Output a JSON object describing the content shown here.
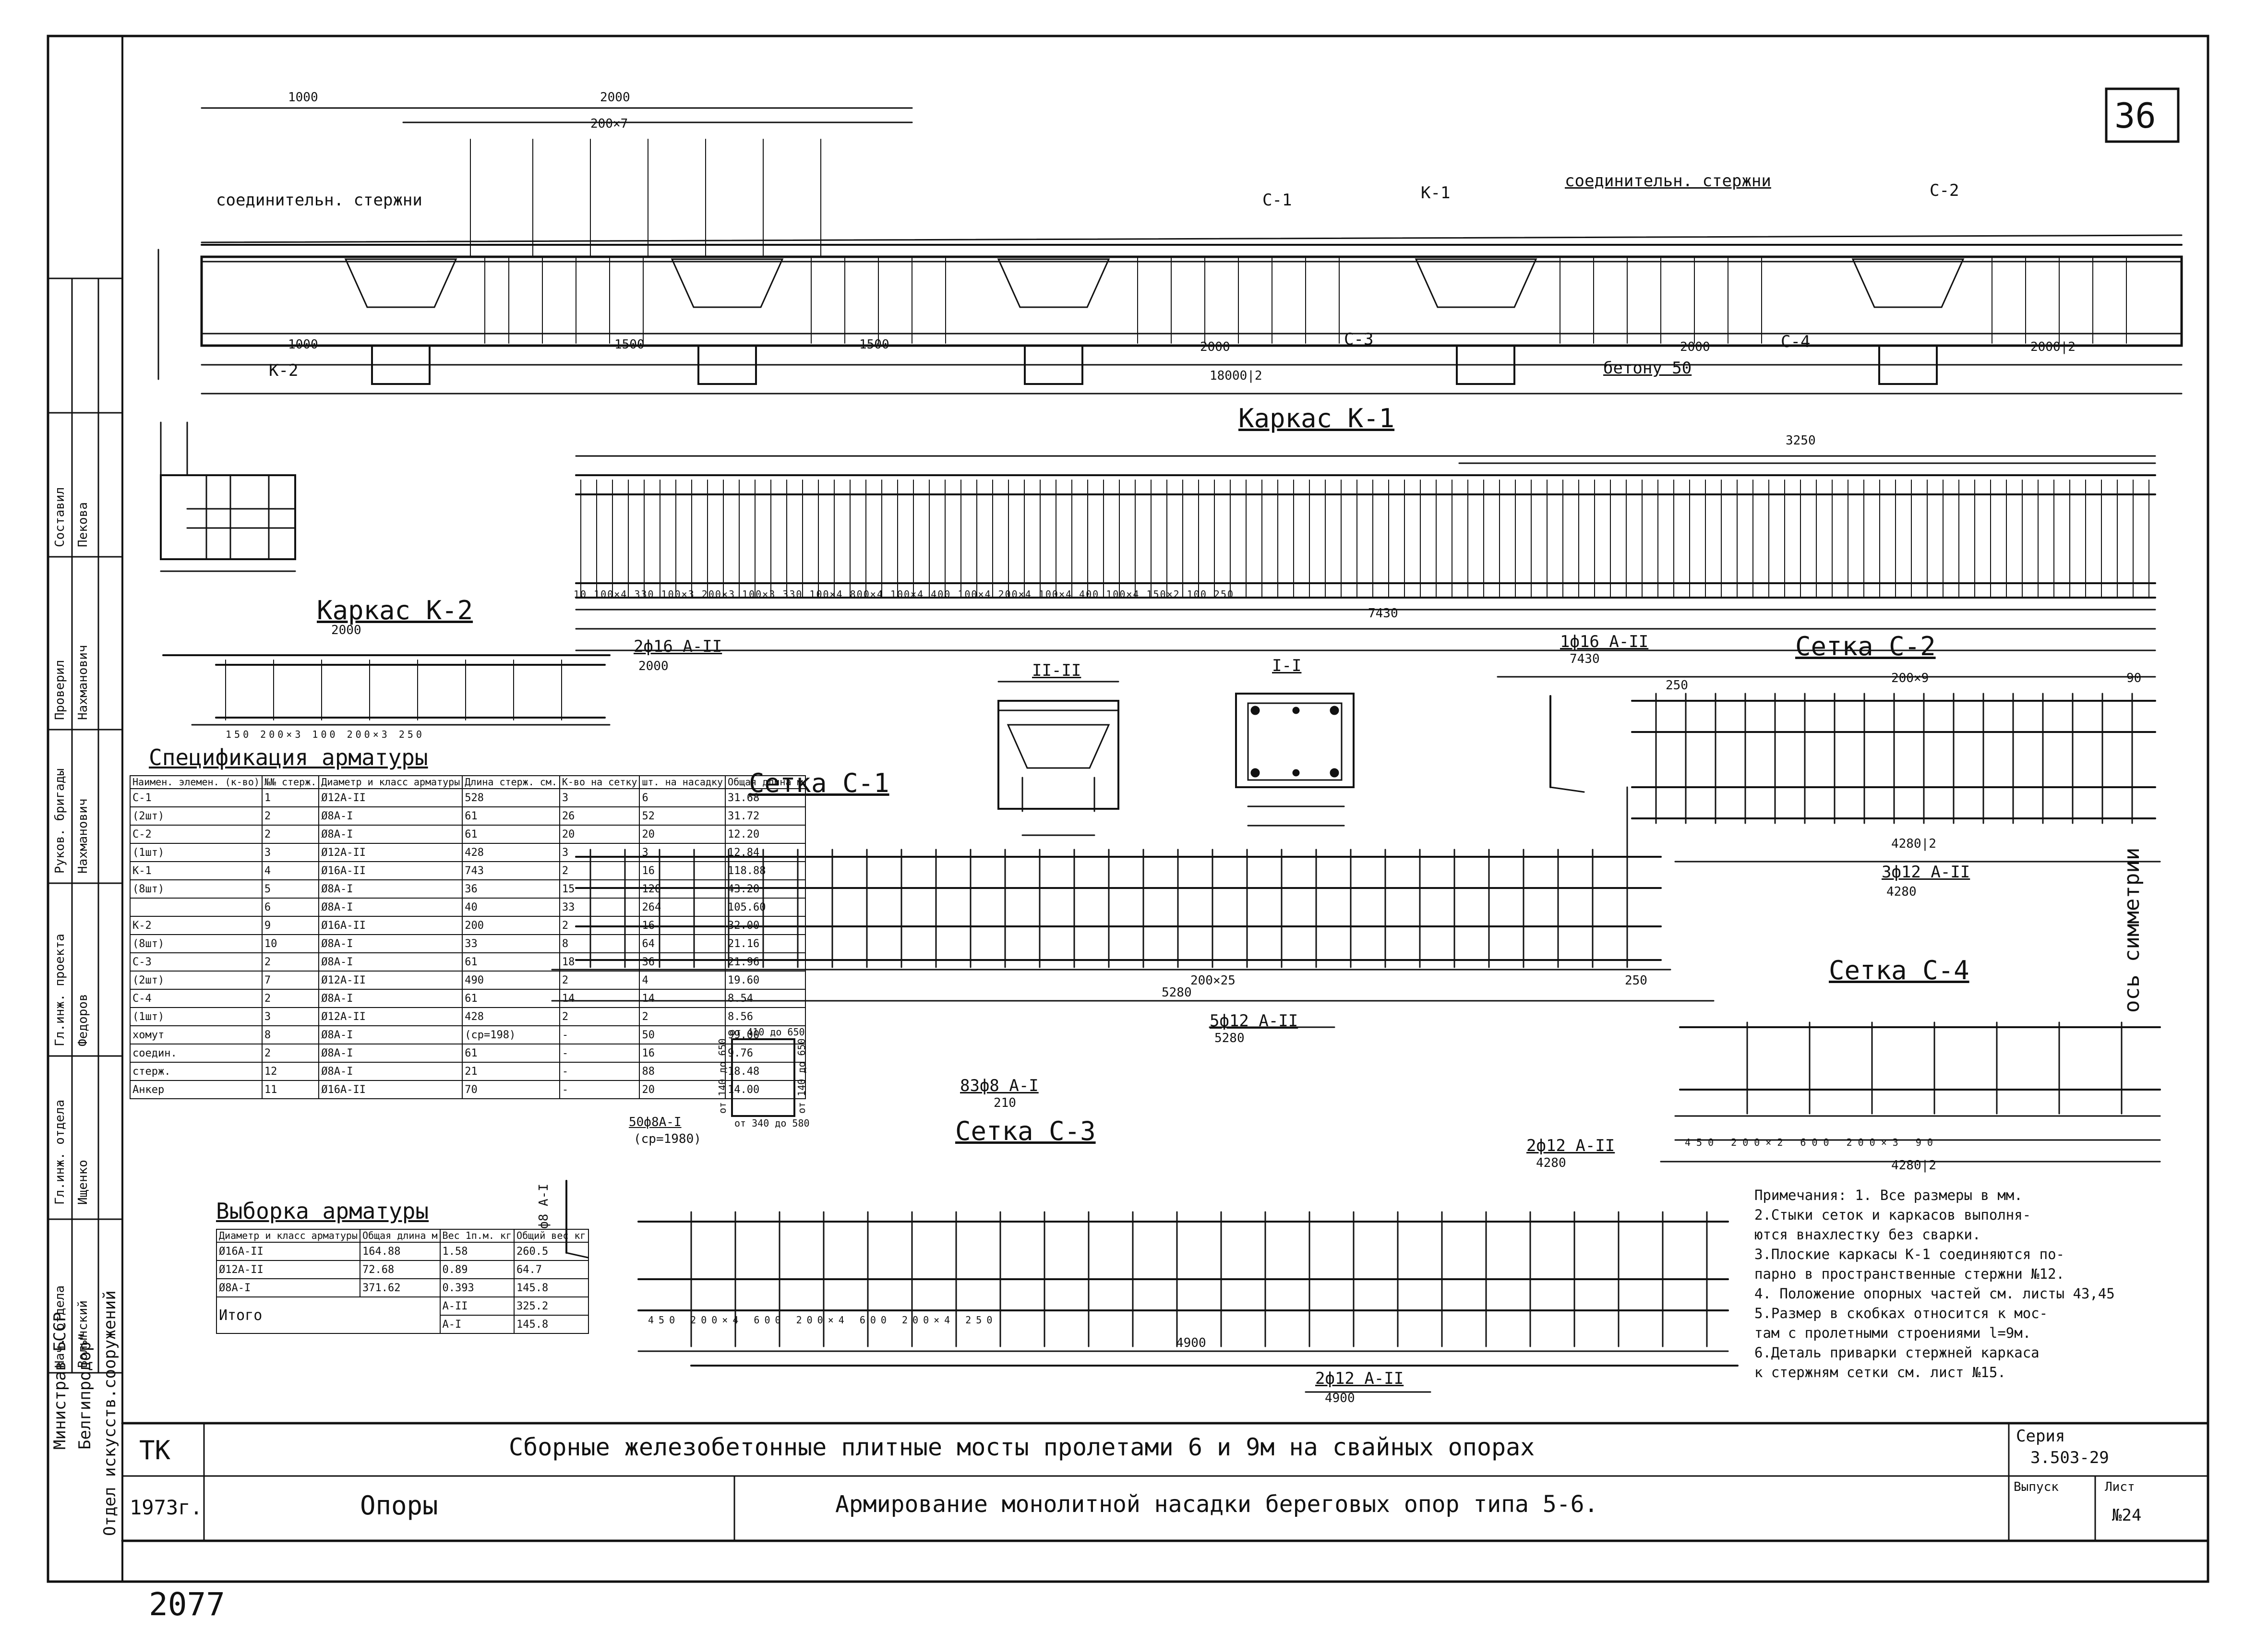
{
  "sheet_number": "36",
  "page_number": "2077",
  "title_block": {
    "org_line1": "Министрав БССР",
    "org_line2": "Белгипродор\"",
    "org_line3": "Отдел искусств.сооружений",
    "roles": [
      {
        "role": "Нач. отдела",
        "name": "Волынский"
      },
      {
        "role": "Гл.инж. отдела",
        "name": "Ищенко"
      },
      {
        "role": "Гл.инж. проекта",
        "name": "Федоров"
      },
      {
        "role": "Руков. бригады",
        "name": "Нахманович"
      },
      {
        "role": "Проверил",
        "name": "Нахманович"
      },
      {
        "role": "Составил",
        "name": "Пекова"
      }
    ],
    "tk": "ТК",
    "year": "1973г.",
    "main_title": "Сборные железобетонные плитные мосты пролетами 6 и 9м на свайных опорах",
    "part": "Опоры",
    "subtitle": "Армирование монолитной насадки береговых опор типа 5-6.",
    "series_label": "Серия",
    "series": "3.503-29",
    "issue_label": "Выпуск",
    "sheet_label": "Лист",
    "sheet": "№24"
  },
  "labels": {
    "karkas_k1": "Каркас К-1",
    "karkas_k2": "Каркас К-2",
    "setka_c1": "Сетка С-1",
    "setka_c2": "Сетка С-2",
    "setka_c3": "Сетка С-3",
    "setka_c4": "Сетка С-4",
    "section_2": "II-II",
    "section_1": "I-I",
    "sym_axis": "ось симметрии",
    "connecting_bars": "соединительн. стержни",
    "connecting_bars2": "соединительн. стержни",
    "c1": "С-1",
    "k1": "К-1",
    "c2": "С-2",
    "c3": "С-3",
    "c4": "С-4",
    "k2": "К-2",
    "beton": "бетону 50"
  },
  "dims": {
    "top_1000": "1000",
    "top_2000": "2000",
    "top_200x7": "200×7",
    "bot_1000": "1000",
    "bot_1500a": "1500",
    "bot_1500b": "1500",
    "bot_2000a": "2000",
    "bot_2000b": "2000",
    "bot_2000half": "2000|2",
    "overall": "18000|2",
    "k1_3250": "3250",
    "k1_7430": "7430",
    "k1_row": "10  100×4  330  100×3  200×3  100×3  330  100×4  800×4  100×4  400  100×4  200×4  100×4  400  100×4  150×2  100  250",
    "k2_2000": "2000",
    "k2_row": "150  200×3  100  200×3  250",
    "c1_200x25": "200×25",
    "c1_250": "250",
    "c1_5280": "5280",
    "c2_250": "250",
    "c2_200x9": "200×9",
    "c2_90": "90",
    "c2_4280": "4280|2",
    "c3_row": "450  200×4  600  200×4  600  200×4  250",
    "c3_4900": "4900",
    "c4_row": "450  200×2  600  200×3  90",
    "c4_4280": "4280|2"
  },
  "bars": {
    "b1": "5ф12 А-II",
    "b1_len": "5280",
    "b2": "2ф16 А-II",
    "b2_len": "2000",
    "b3": "3ф12 А-II",
    "b3_len": "4280",
    "b4": "1ф16 А-II",
    "b4_len": "7430",
    "b5": "2ф12 А-II",
    "b5_len": "4280",
    "b7": "2ф12 А-II",
    "b7_len": "4900",
    "b8": "50ф8А-I",
    "b8_len": "(ср=1980)",
    "b12": "83ф8 А-I",
    "b12_len": "210",
    "b6": "ф8 А-I"
  },
  "spec_title": "Спецификация арматуры",
  "spec_headers": [
    "Наимен. элемен. (к-во)",
    "№№ стерж.",
    "Диаметр и класс арматуры",
    "Длина стерж. см.",
    "К-во на сетку",
    "шт. на насадку",
    "Общая длина м"
  ],
  "spec_rows": [
    [
      "С-1",
      "1",
      "Ø12А-II",
      "528",
      "3",
      "6",
      "31.68"
    ],
    [
      "(2шт)",
      "2",
      "Ø8А-I",
      "61",
      "26",
      "52",
      "31.72"
    ],
    [
      "С-2",
      "2",
      "Ø8А-I",
      "61",
      "20",
      "20",
      "12.20"
    ],
    [
      "(1шт)",
      "3",
      "Ø12А-II",
      "428",
      "3",
      "3",
      "12.84"
    ],
    [
      "К-1",
      "4",
      "Ø16А-II",
      "743",
      "2",
      "16",
      "118.88"
    ],
    [
      "(8шт)",
      "5",
      "Ø8А-I",
      "36",
      "15",
      "120",
      "43.20"
    ],
    [
      "",
      "6",
      "Ø8А-I",
      "40",
      "33",
      "264",
      "105.60"
    ],
    [
      "К-2",
      "9",
      "Ø16А-II",
      "200",
      "2",
      "16",
      "32.00"
    ],
    [
      "(8шт)",
      "10",
      "Ø8А-I",
      "33",
      "8",
      "64",
      "21.16"
    ],
    [
      "С-3",
      "2",
      "Ø8А-I",
      "61",
      "18",
      "36",
      "21.96"
    ],
    [
      "(2шт)",
      "7",
      "Ø12А-II",
      "490",
      "2",
      "4",
      "19.60"
    ],
    [
      "С-4",
      "2",
      "Ø8А-I",
      "61",
      "14",
      "14",
      "8.54"
    ],
    [
      "(1шт)",
      "3",
      "Ø12А-II",
      "428",
      "2",
      "2",
      "8.56"
    ],
    [
      "хомут",
      "8",
      "Ø8А-I",
      "(ср=198)",
      "-",
      "50",
      "99.00"
    ],
    [
      "соедин.",
      "2",
      "Ø8А-I",
      "61",
      "-",
      "16",
      "9.76"
    ],
    [
      "стерж.",
      "12",
      "Ø8А-I",
      "21",
      "-",
      "88",
      "18.48"
    ],
    [
      "Анкер",
      "11",
      "Ø16А-II",
      "70",
      "-",
      "20",
      "14.00"
    ]
  ],
  "vyb_title": "Выборка арматуры",
  "vyb_headers": [
    "Диаметр и класс арматуры",
    "Общая длина м",
    "Вес 1п.м. кг",
    "Общий вес кг"
  ],
  "vyb_rows": [
    [
      "Ø16А-II",
      "164.88",
      "1.58",
      "260.5"
    ],
    [
      "Ø12А-II",
      "72.68",
      "0.89",
      "64.7"
    ],
    [
      "Ø8А-I",
      "371.62",
      "0.393",
      "145.8"
    ]
  ],
  "vyb_total": {
    "label": "Итого",
    "r1c": "А-II",
    "r1v": "325.2",
    "r2c": "А-I",
    "r2v": "145.8"
  },
  "notes": [
    "Примечания: 1. Все размеры в мм.",
    "2.Стыки сеток и каркасов выполня-",
    "ются внахлестку без сварки.",
    "3.Плоские каркасы К-1 соединяются по-",
    "парно в пространственные стержни №12.",
    "4. Положение опорных частей см. листы 43,45",
    "5.Размер в скобках относится к мос-",
    "там с пролетными строениями l=9м.",
    "6.Деталь приварки стержней каркаса",
    "к стержням сетки см. лист №15."
  ],
  "detail": {
    "top": "от 410 до 650",
    "side": "от 140 до 650",
    "bottom": "от 340 до 580",
    "right": "от 140 до 650"
  }
}
